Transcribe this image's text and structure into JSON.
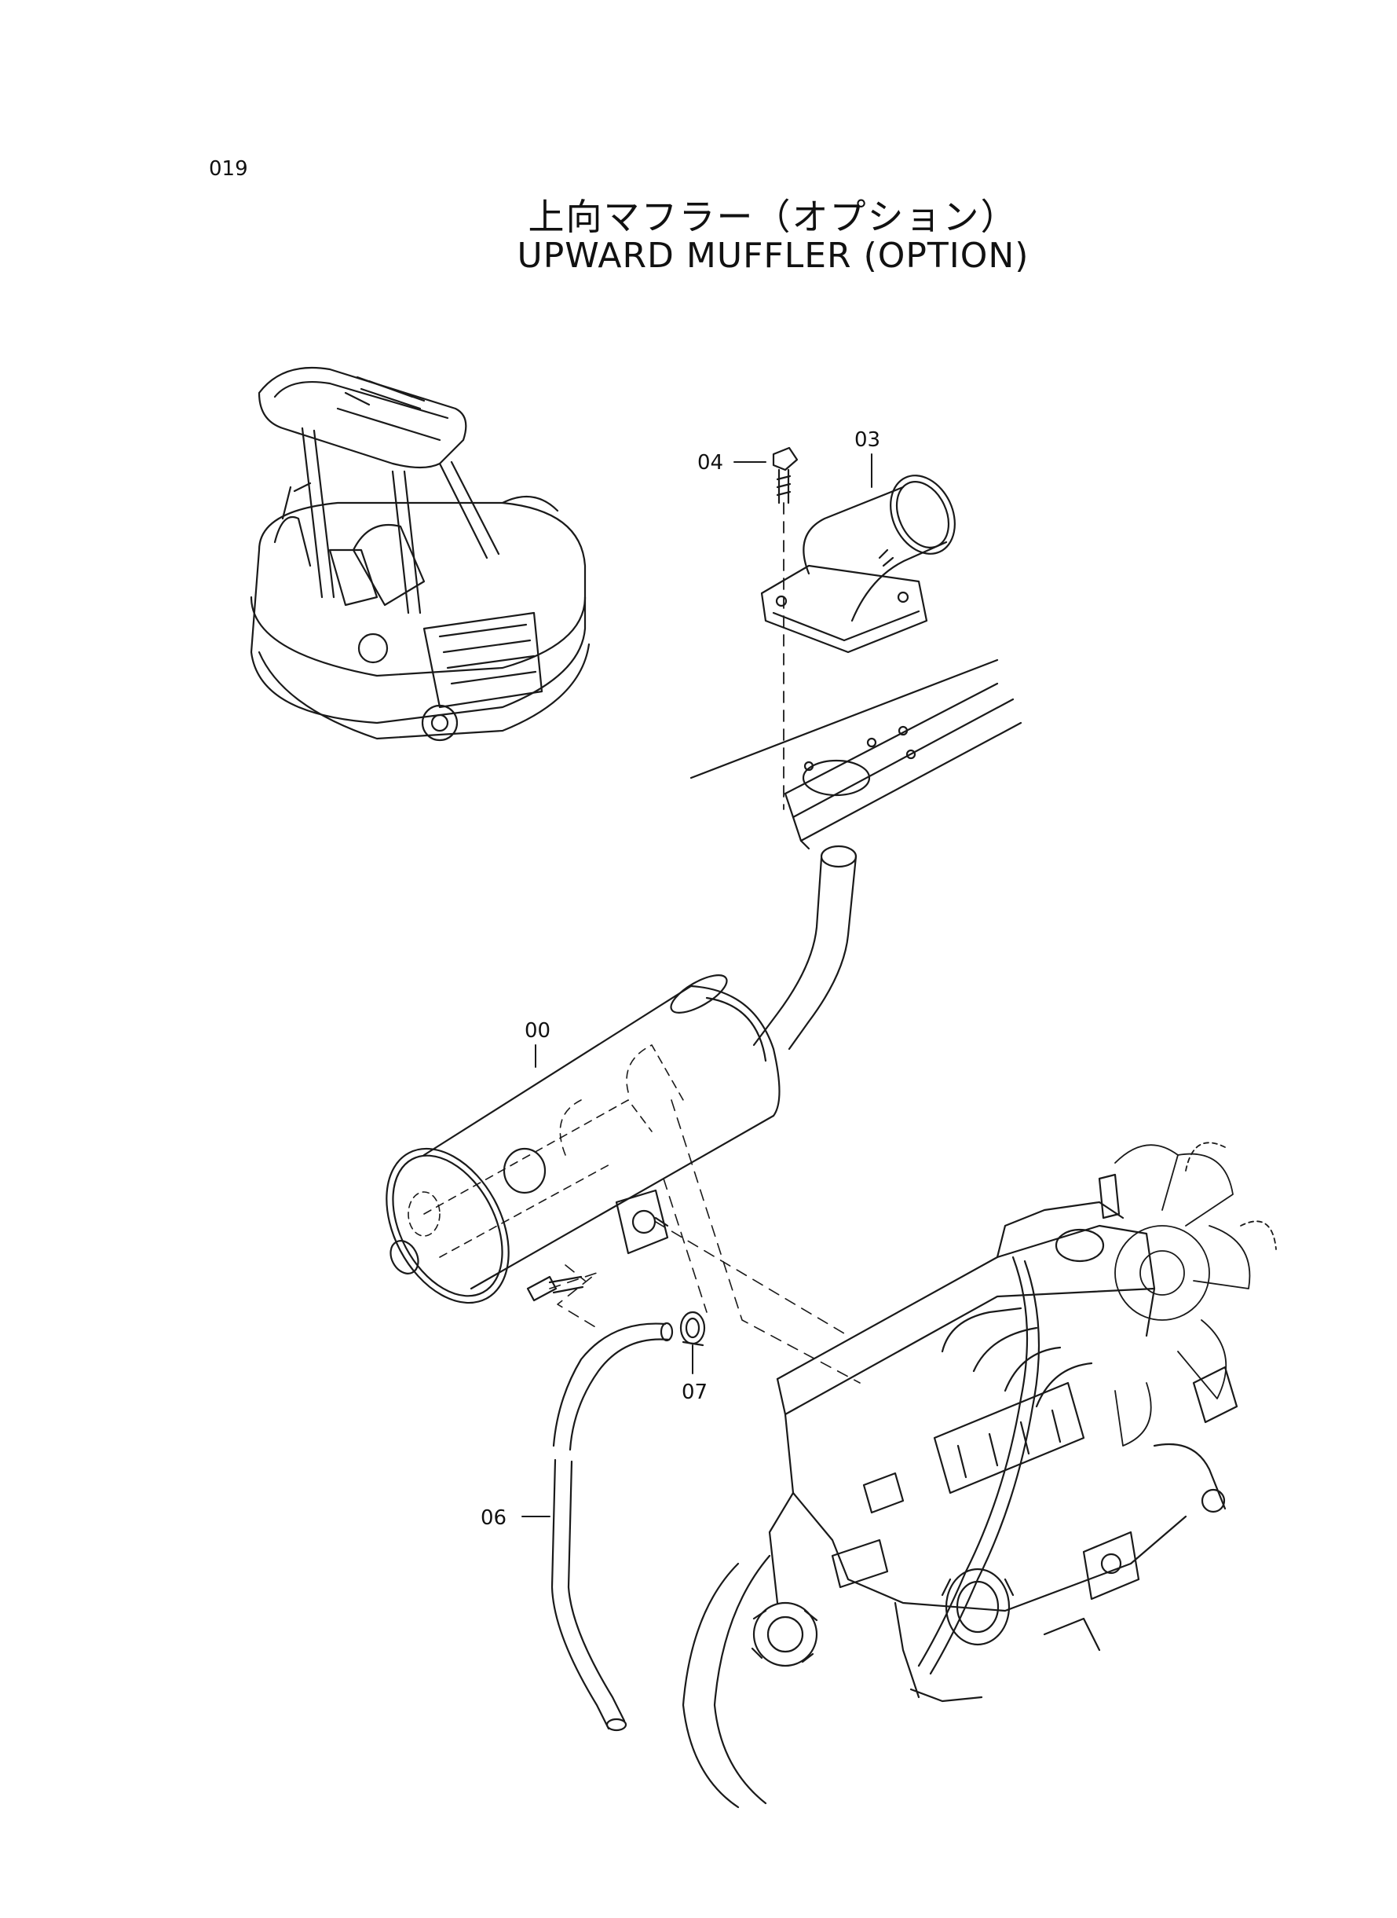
{
  "page_number": "019",
  "title_jp": "上向マフラー（オプション）",
  "title_en": "UPWARD MUFFLER  (OPTION)",
  "callouts": {
    "c00": "00",
    "c03": "03",
    "c04": "04",
    "c06": "06",
    "c07": "07"
  }
}
